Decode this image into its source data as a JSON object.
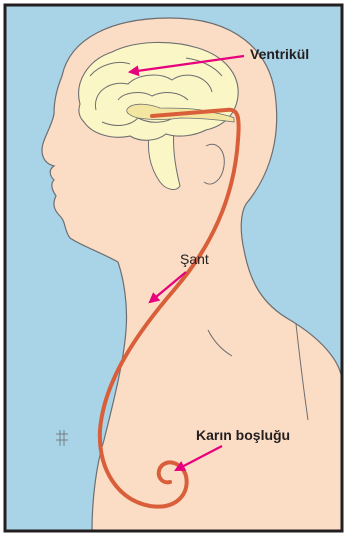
{
  "labels": {
    "ventricle": "Ventrikül",
    "shunt": "Şant",
    "abdomen": "Karın boşluğu"
  },
  "colors": {
    "background": "#a9d3e6",
    "skin": "#fbdcc4",
    "outline": "#6d6e71",
    "brain": "#fbf6c6",
    "shunt_tube": "#d95f3a",
    "arrow": "#e6007e",
    "frame": "#231f20"
  }
}
